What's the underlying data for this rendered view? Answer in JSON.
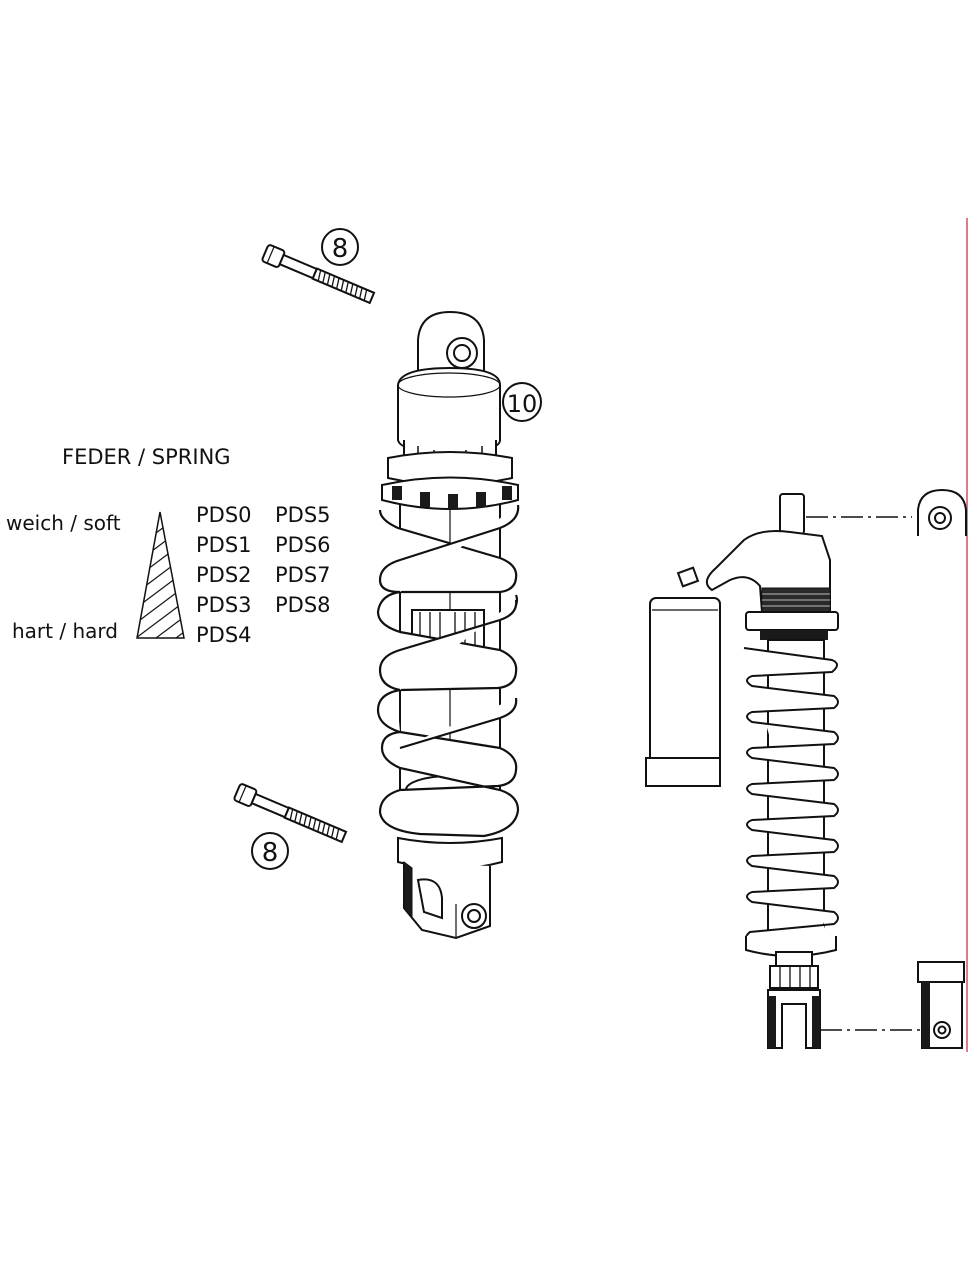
{
  "callouts": {
    "bolt_top": "8",
    "bolt_bottom": "8",
    "shock": "10"
  },
  "legend": {
    "heading": "FEDER / SPRING",
    "soft_label": "weich / soft",
    "hard_label": "hart / hard",
    "springs_col1": [
      "PDS0",
      "PDS1",
      "PDS2",
      "PDS3",
      "PDS4"
    ],
    "springs_col2": [
      "PDS5",
      "PDS6",
      "PDS7",
      "PDS8"
    ]
  },
  "colors": {
    "line": "#111111",
    "edge_marker": "#e07a8a"
  }
}
